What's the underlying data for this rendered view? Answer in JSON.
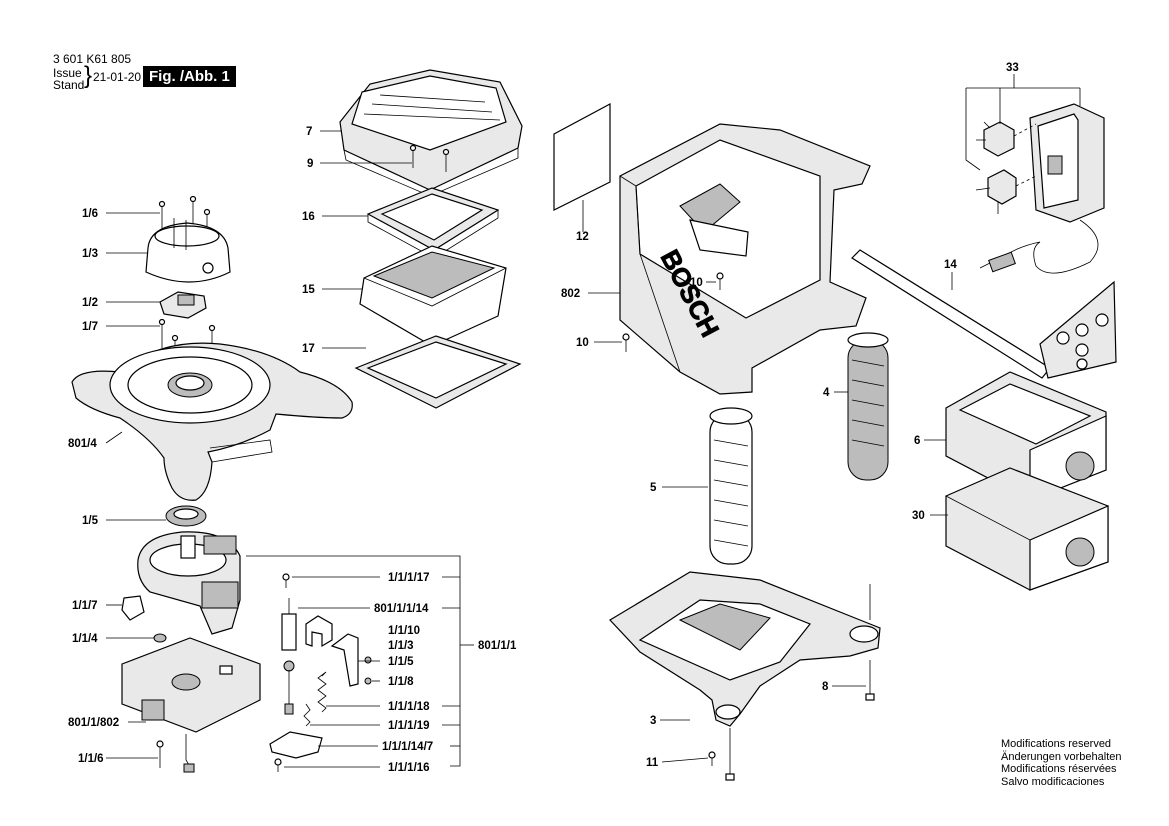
{
  "header": {
    "doc_number": "3 601 K61 805",
    "issue_line1": "Issue",
    "issue_line2": "Stand",
    "date": "21-01-20",
    "fig_label": "Fig. /Abb. 1"
  },
  "notes": [
    "Modifications reserved",
    "Änderungen vorbehalten",
    "Modifications réservées",
    "Salvo modificaciones"
  ],
  "labels": {
    "l7": "7",
    "l9": "9",
    "l16": "16",
    "l15": "15",
    "l17": "17",
    "l1_6": "1/6",
    "l1_3": "1/3",
    "l1_2": "1/2",
    "l1_7": "1/7",
    "l801_4": "801/4",
    "l1_5": "1/5",
    "l1_1_7": "1/1/7",
    "l1_1_4": "1/1/4",
    "l801_1_802": "801/1/802",
    "l1_1_6": "1/1/6",
    "l1_1_1_17": "1/1/1/17",
    "l801_1_1_14": "801/1/1/14",
    "l1_1_10": "1/1/10",
    "l1_1_3": "1/1/3",
    "l1_1_5": "1/1/5",
    "l1_1_8": "1/1/8",
    "l1_1_1_18": "1/1/1/18",
    "l1_1_1_19": "1/1/1/19",
    "l1_1_1_14_7": "1/1/1/14/7",
    "l1_1_1_16": "1/1/1/16",
    "l801_1_1": "801/1/1",
    "l12": "12",
    "l802": "802",
    "l10a": "10",
    "l10b": "10",
    "l4": "4",
    "l5": "5",
    "l3": "3",
    "l8": "8",
    "l11": "11",
    "l33": "33",
    "l14": "14",
    "l6": "6",
    "l30": "30"
  },
  "brand_text": "BOSCH"
}
